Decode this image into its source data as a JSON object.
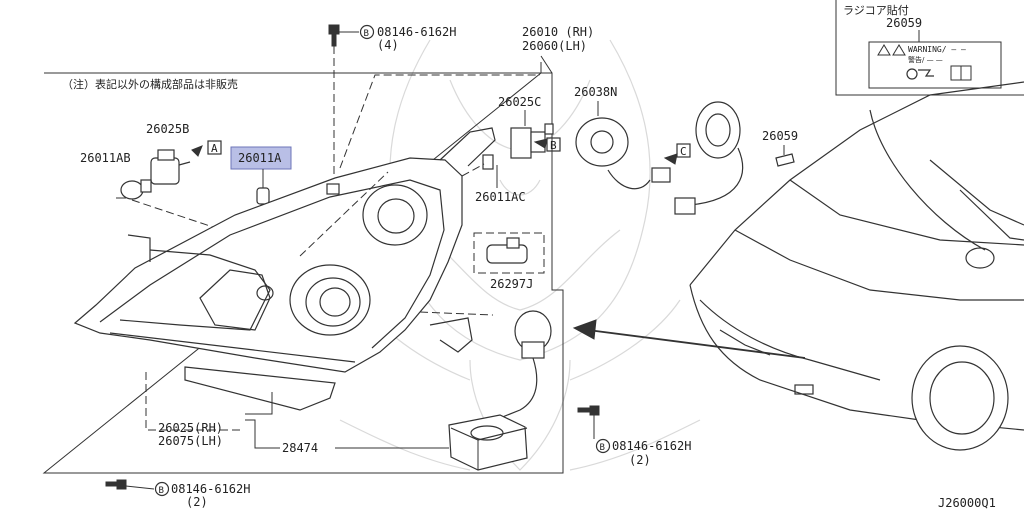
{
  "note": "（注）表記以外の構成部品は非販売",
  "label_box": {
    "title": "ラジコア貼付",
    "part_number": "26059",
    "warning_text": "WARNING/ — —",
    "warning_sub": "警告/ — —"
  },
  "parts": {
    "bolt_top": "08146-6162H",
    "bolt_top_qty": "(4)",
    "headlamp_rh": "26010 (RH)",
    "headlamp_lh": "26060(LH)",
    "socket_b": "26025B",
    "bulb_ab": "26011AB",
    "bulb_a": "26011A",
    "socket_c": "26025C",
    "cap_n": "26038N",
    "bulb_ac": "26011AC",
    "bulb_j": "26297J",
    "label_26059": "26059",
    "assembly_rh": "26025(RH)",
    "assembly_lh": "26075(LH)",
    "ballast": "28474",
    "bolt_right": "08146-6162H",
    "bolt_right_qty": "(2)",
    "bolt_bottom": "08146-6162H",
    "bolt_bottom_qty": "(2)"
  },
  "marks": {
    "a": "A",
    "b": "B",
    "c": "C",
    "bolt_prefix": "B"
  },
  "diagram_code": "J26000Q1"
}
